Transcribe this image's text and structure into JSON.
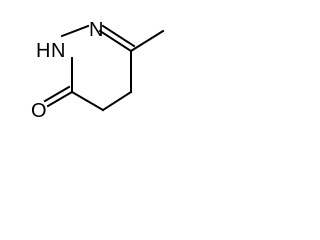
{
  "molecule": {
    "atoms": {
      "nh_h": "H",
      "nh_n": "N",
      "n2": "N",
      "o": "O"
    },
    "colors": {
      "bond": "#000000",
      "label": "#000000",
      "background": "#ffffff"
    }
  }
}
